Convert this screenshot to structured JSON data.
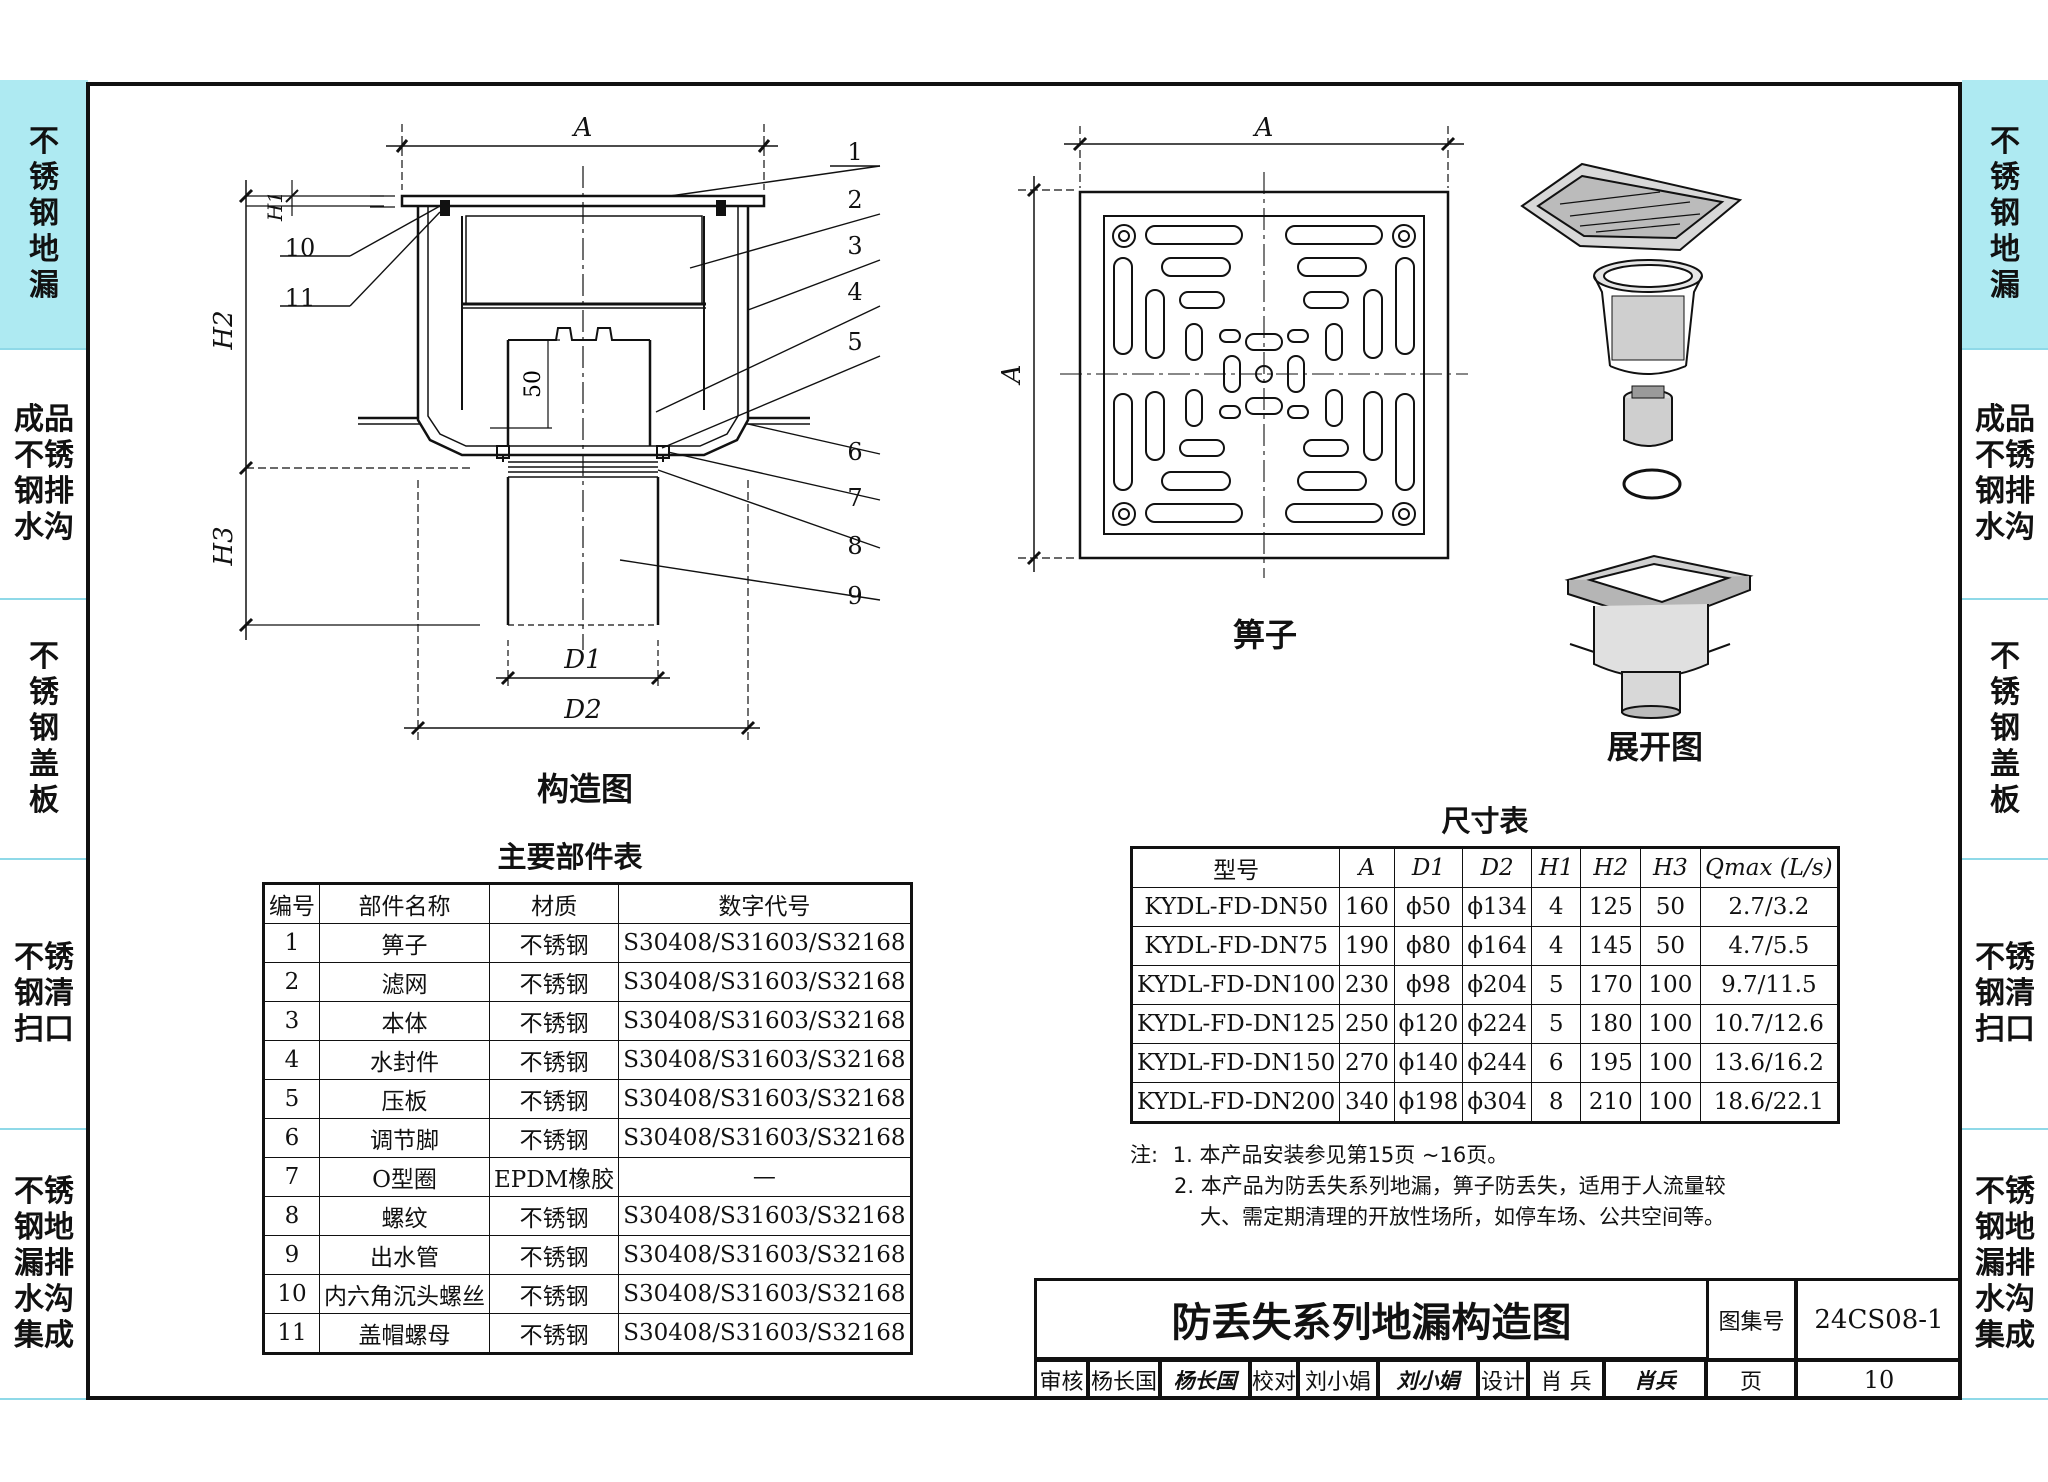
{
  "side_tabs_left": [
    "不锈钢地漏",
    "成品不锈钢排水沟",
    "不锈钢盖板",
    "不锈钢清扫口",
    "不锈钢地漏排水沟集成"
  ],
  "side_tabs_right": [
    "不锈钢地漏",
    "成品不锈钢排水沟",
    "不锈钢盖板",
    "不锈钢清扫口",
    "不锈钢地漏排水沟集成"
  ],
  "active_tab": 0,
  "section_drawing": {
    "caption": "构造图",
    "dim_A": "A",
    "dim_H1": "H1",
    "dim_H2": "H2",
    "dim_H3": "H3",
    "dim_D1": "D1",
    "dim_D2": "D2",
    "dim_50": "50",
    "callouts": [
      "1",
      "2",
      "3",
      "4",
      "5",
      "6",
      "7",
      "8",
      "9",
      "10",
      "11"
    ]
  },
  "grate_drawing": {
    "caption": "箅子",
    "dim_A_top": "A",
    "dim_A_side": "A"
  },
  "exploded_caption": "展开图",
  "parts_table": {
    "title": "主要部件表",
    "headers": [
      "编号",
      "部件名称",
      "材质",
      "数字代号"
    ],
    "rows": [
      [
        "1",
        "箅子",
        "不锈钢",
        "S30408/S31603/S32168"
      ],
      [
        "2",
        "滤网",
        "不锈钢",
        "S30408/S31603/S32168"
      ],
      [
        "3",
        "本体",
        "不锈钢",
        "S30408/S31603/S32168"
      ],
      [
        "4",
        "水封件",
        "不锈钢",
        "S30408/S31603/S32168"
      ],
      [
        "5",
        "压板",
        "不锈钢",
        "S30408/S31603/S32168"
      ],
      [
        "6",
        "调节脚",
        "不锈钢",
        "S30408/S31603/S32168"
      ],
      [
        "7",
        "O型圈",
        "EPDM橡胶",
        "—"
      ],
      [
        "8",
        "螺纹",
        "不锈钢",
        "S30408/S31603/S32168"
      ],
      [
        "9",
        "出水管",
        "不锈钢",
        "S30408/S31603/S32168"
      ],
      [
        "10",
        "内六角沉头螺丝",
        "不锈钢",
        "S30408/S31603/S32168"
      ],
      [
        "11",
        "盖帽螺母",
        "不锈钢",
        "S30408/S31603/S32168"
      ]
    ]
  },
  "size_table": {
    "title": "尺寸表",
    "headers": [
      "型号",
      "A",
      "D1",
      "D2",
      "H1",
      "H2",
      "H3",
      "Qmax (L/s)"
    ],
    "rows": [
      [
        "KYDL-FD-DN50",
        "160",
        "ϕ50",
        "ϕ134",
        "4",
        "125",
        "50",
        "2.7/3.2"
      ],
      [
        "KYDL-FD-DN75",
        "190",
        "ϕ80",
        "ϕ164",
        "4",
        "145",
        "50",
        "4.7/5.5"
      ],
      [
        "KYDL-FD-DN100",
        "230",
        "ϕ98",
        "ϕ204",
        "5",
        "170",
        "100",
        "9.7/11.5"
      ],
      [
        "KYDL-FD-DN125",
        "250",
        "ϕ120",
        "ϕ224",
        "5",
        "180",
        "100",
        "10.7/12.6"
      ],
      [
        "KYDL-FD-DN150",
        "270",
        "ϕ140",
        "ϕ244",
        "6",
        "195",
        "100",
        "13.6/16.2"
      ],
      [
        "KYDL-FD-DN200",
        "340",
        "ϕ198",
        "ϕ304",
        "8",
        "210",
        "100",
        "18.6/22.1"
      ]
    ]
  },
  "notes": {
    "label": "注:",
    "items": [
      "1. 本产品安装参见第15页 ~16页。",
      "2. 本产品为防丢失系列地漏，箅子防丢失，适用于人流量较",
      "大、需定期清理的开放性场所，如停车场、公共空间等。"
    ]
  },
  "title_block": {
    "title": "防丢失系列地漏构造图",
    "atlas_label": "图集号",
    "atlas_no": "24CS08-1",
    "review_label": "审核",
    "reviewer": "杨长国",
    "reviewer_sign": "杨长国",
    "check_label": "校对",
    "checker": "刘小娟",
    "checker_sign": "刘小娟",
    "design_label": "设计",
    "designer": "肖 兵",
    "designer_sign": "肖兵",
    "page_label": "页",
    "page_no": "10"
  }
}
